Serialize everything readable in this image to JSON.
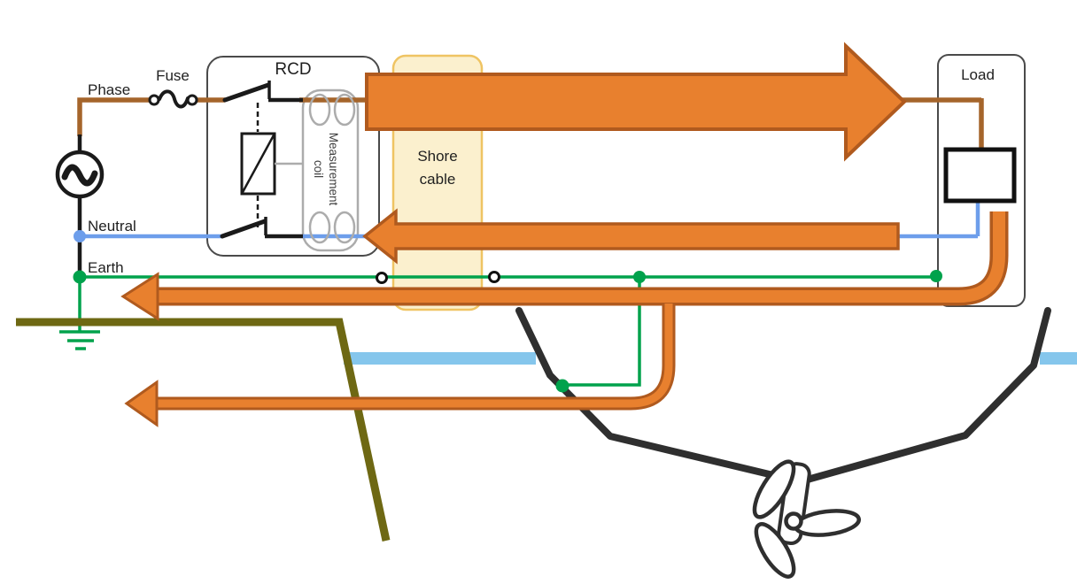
{
  "diagram": {
    "labels": {
      "phase": "Phase",
      "fuse": "Fuse",
      "neutral": "Neutral",
      "earth": "Earth",
      "rcd": "RCD",
      "measurement_line1": "Measurement",
      "measurement_line2": "coil",
      "shore_line1": "Shore",
      "shore_line2": "cable",
      "load": "Load"
    },
    "colors": {
      "phase_wire": "#A5652B",
      "neutral_wire": "#6D9EEB",
      "earth_wire": "#00A24C",
      "arrow_fill": "#E8802E",
      "arrow_stroke": "#B05A1E",
      "shore_cable_fill": "#FBF0CE",
      "shore_cable_stroke": "#EFC463",
      "quay": "#6E6813",
      "water": "#85C6EC",
      "hull": "#2F2F2F",
      "coil_gray": "#ACACAC",
      "box_stroke": "#4A4A4A"
    }
  }
}
